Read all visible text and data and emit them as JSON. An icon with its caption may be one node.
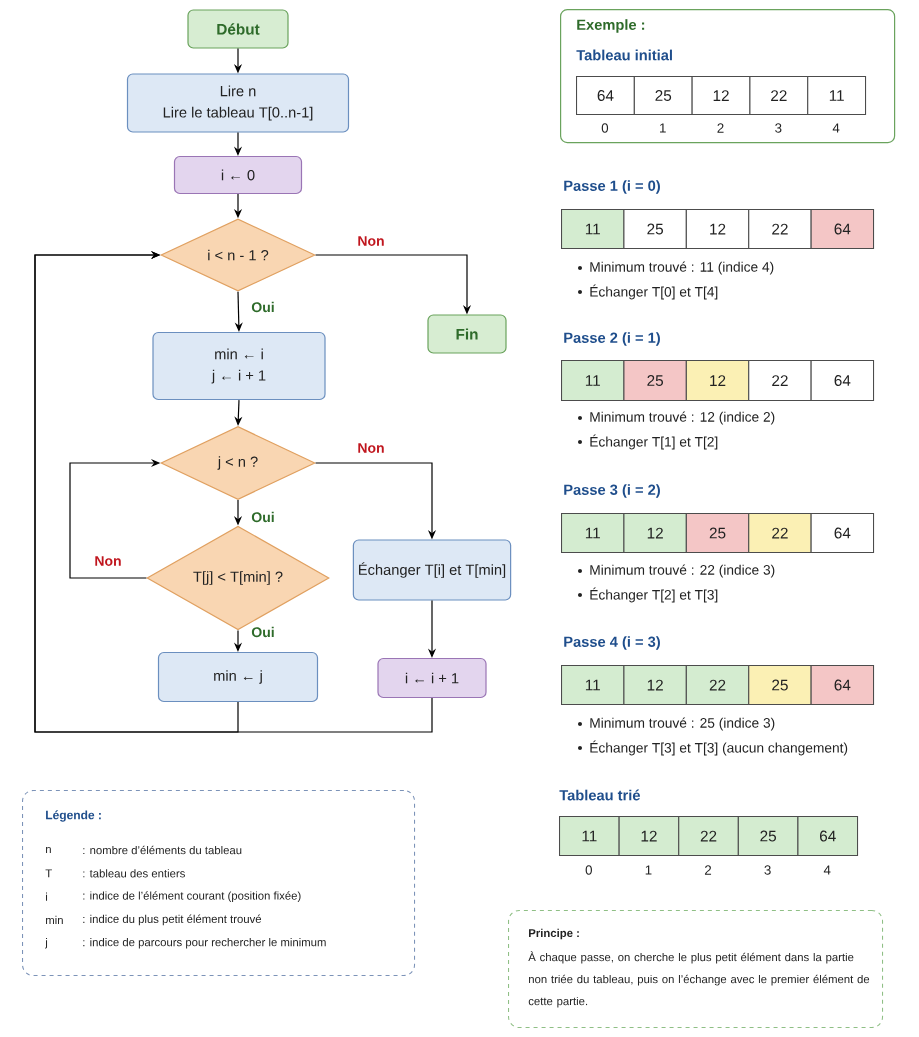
{
  "diagram": {
    "nodes": [
      {
        "text": [
          "Début"
        ]
      },
      {
        "text": [
          "Lire n",
          "Lire le tableau T[0..n-1]"
        ]
      },
      {
        "text": [
          "i ← 0"
        ]
      },
      {
        "text": [
          "i < n - 1 ?"
        ]
      },
      {
        "text": [
          "Fin"
        ]
      },
      {
        "text": [
          "min ← i",
          "j ← i + 1"
        ]
      },
      {
        "text": [
          "j < n ?"
        ]
      },
      {
        "text": [
          "T[j] < T[min] ?"
        ]
      },
      {
        "text": [
          "Échanger T[i] et T[min]"
        ]
      },
      {
        "text": [
          "min ← j"
        ]
      },
      {
        "text": [
          "i ← i + 1"
        ]
      },
      {
        "text": [
          "Exemple :",
          "Tableau initial"
        ]
      },
      {
        "text": [
          "Légende :",
          "n",
          ": nombre d’éléments du tableau",
          "T",
          ": tableau des entiers",
          "i",
          ": indice de l’élément courant (position fixée)",
          "min",
          ": indice du plus petit élément trouvé",
          "j",
          ": indice de parcours pour rechercher le minimum"
        ]
      },
      {
        "text": [
          "Principe :",
          "À chaque passe, on cherche le plus petit élément dans la partie non triée du tableau, puis on l’échange avec le premier élément de cette partie."
        ]
      }
    ],
    "edges": [
      {
        "from": 0,
        "to": 1,
        "arrow": "to"
      },
      {
        "from": 1,
        "to": 2,
        "arrow": "to"
      },
      {
        "from": 2,
        "to": 3,
        "arrow": "to"
      },
      {
        "from": 3,
        "to": 5,
        "arrow": "to",
        "label": "Oui"
      },
      {
        "from": 3,
        "to": 4,
        "arrow": "to",
        "label": "Non"
      },
      {
        "from": 5,
        "to": 6,
        "arrow": "to"
      },
      {
        "from": 6,
        "to": 7,
        "arrow": "to",
        "label": "Oui"
      },
      {
        "from": 6,
        "to": 8,
        "arrow": "to",
        "label": "Non"
      },
      {
        "from": 7,
        "to": 9,
        "arrow": "to",
        "label": "Oui"
      },
      {
        "from": 7,
        "to": 6,
        "arrow": "to",
        "label": "Non"
      },
      {
        "from": 8,
        "to": 10,
        "arrow": "to"
      },
      {
        "from": 9,
        "to": 3,
        "arrow": "to"
      },
      {
        "from": 10,
        "to": 3,
        "arrow": "to"
      }
    ],
    "labels": [
      "64",
      "25",
      "12",
      "22",
      "11",
      "0",
      "1",
      "2",
      "3",
      "4",
      "Passe 1 (i = 0)",
      "11",
      "25",
      "12",
      "22",
      "64",
      "Minimum trouvé : 11 (indice 4)",
      "Échanger T[0] et T[4]",
      "Passe 2 (i = 1)",
      "11",
      "25",
      "12",
      "22",
      "64",
      "Minimum trouvé : 12 (indice 2)",
      "Échanger T[1] et T[2]",
      "Passe 3 (i = 2)",
      "11",
      "12",
      "25",
      "22",
      "64",
      "Minimum trouvé : 22 (indice 3)",
      "Échanger T[2] et T[3]",
      "Passe 4 (i = 3)",
      "11",
      "12",
      "22",
      "25",
      "64",
      "Minimum trouvé : 25 (indice 3)",
      "Échanger T[3] et T[3] (aucun changement)",
      "Tableau trié",
      "11",
      "12",
      "22",
      "25",
      "64",
      "0",
      "1",
      "2",
      "3",
      "4"
    ]
  }
}
